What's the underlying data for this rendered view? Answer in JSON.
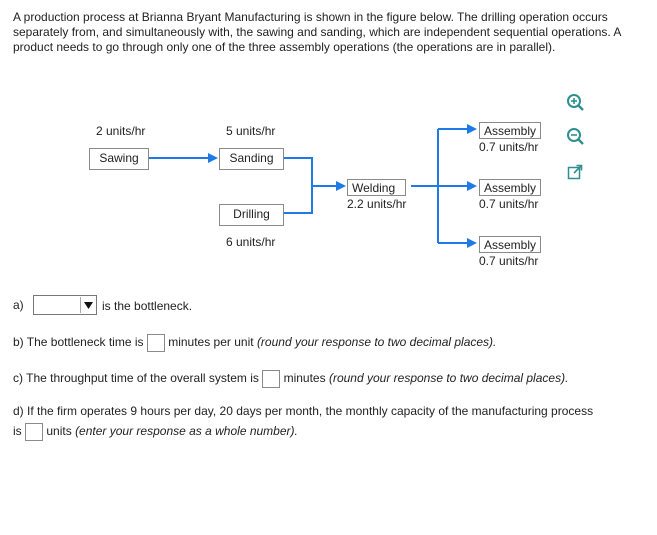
{
  "intro": "A production process at Brianna Bryant Manufacturing is shown in the figure below. The drilling operation occurs separately from, and simultaneously with, the sawing and sanding, which are independent sequential operations. A product needs to go through only one of the three assembly operations (the operations are in parallel).",
  "diagram": {
    "sawing_rate": "2 units/hr",
    "sawing": "Sawing",
    "sanding_rate": "5 units/hr",
    "sanding": "Sanding",
    "drilling": "Drilling",
    "drilling_rate": "6 units/hr",
    "welding": "Welding",
    "welding_rate": "2.2 units/hr",
    "assembly1": "Assembly",
    "assembly1_rate": "0.7 units/hr",
    "assembly2": "Assembly",
    "assembly2_rate": "0.7 units/hr",
    "assembly3": "Assembly",
    "assembly3_rate": "0.7 units/hr",
    "line_color": "#1e7be6"
  },
  "icons": [
    "zoom-in-icon",
    "zoom-out-icon",
    "expand-icon"
  ],
  "questions": {
    "a_prefix": "a)",
    "a_suffix": "is the bottleneck.",
    "b_prefix": "b) The bottleneck time is",
    "b_suffix": "minutes per unit",
    "b_note": "(round your response to two decimal places).",
    "c_prefix": "c) The throughput time of the overall system is",
    "c_suffix": "minutes",
    "c_note": "(round your response to two decimal places).",
    "d_line1": "d) If the firm operates 9 hours per day, 20 days per month, the monthly capacity of the manufacturing process",
    "d_prefix": "is",
    "d_suffix": "units",
    "d_note": "(enter your response as a whole number)."
  }
}
